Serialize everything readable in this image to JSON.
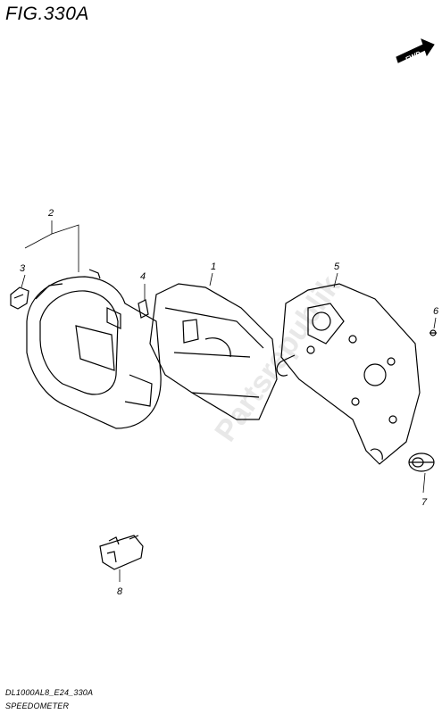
{
  "figure": {
    "title": "FIG.330A",
    "fwd_label": "FWD"
  },
  "parts": [
    {
      "ref": "1"
    },
    {
      "ref": "2"
    },
    {
      "ref": "3"
    },
    {
      "ref": "4"
    },
    {
      "ref": "5"
    },
    {
      "ref": "6"
    },
    {
      "ref": "7"
    },
    {
      "ref": "8"
    }
  ],
  "watermark": {
    "text": "Partsrepublik"
  },
  "footer": {
    "code": "DL1000AL8_E24_330A",
    "name": "SPEEDOMETER"
  },
  "colors": {
    "line": "#000000",
    "paper": "#ffffff",
    "watermark": "#e8e8e8"
  }
}
